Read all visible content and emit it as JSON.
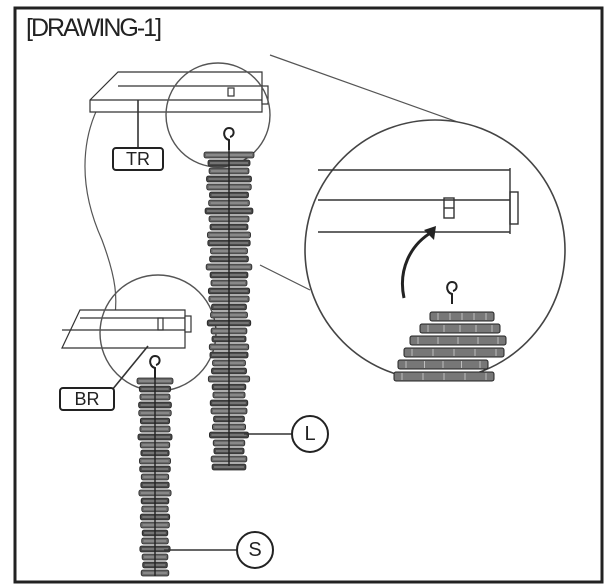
{
  "title": "[DRAWING-1]",
  "labels": {
    "tr": "TR",
    "br": "BR",
    "l": "L",
    "s": "S"
  },
  "colors": {
    "line": "#222222",
    "paper": "#ffffff"
  }
}
